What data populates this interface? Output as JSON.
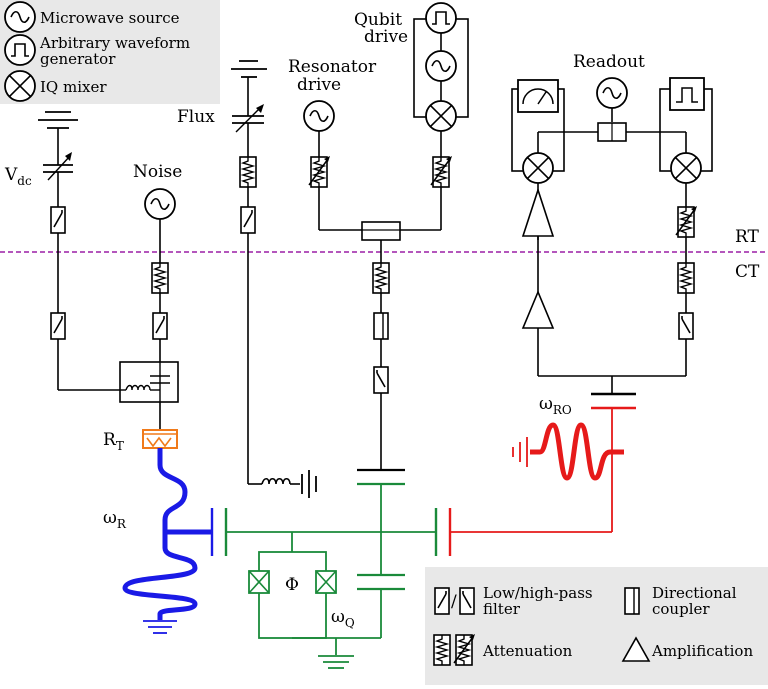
{
  "legend_top": {
    "microwave_source": "Microwave source",
    "awg_line1": "Arbitrary waveform",
    "awg_line2": "generator",
    "iq_mixer": "IQ mixer"
  },
  "legend_bottom": {
    "filter_line1": "Low/high-pass",
    "filter_line2": "filter",
    "coupler_line1": "Directional",
    "coupler_line2": "coupler",
    "attenuation": "Attenuation",
    "amplification": "Amplification"
  },
  "labels": {
    "vdc": "V",
    "vdc_sub": "dc",
    "noise": "Noise",
    "flux": "Flux",
    "resonator_drive_1": "Resonator",
    "resonator_drive_2": "drive",
    "qubit_drive_1": "Qubit",
    "qubit_drive_2": "drive",
    "readout": "Readout",
    "rt": "RT",
    "ct": "CT",
    "r_t": "R",
    "r_t_sub": "T",
    "omega_r": "ω",
    "omega_r_sub": "R",
    "omega_ro": "ω",
    "omega_ro_sub": "RO",
    "omega_q": "ω",
    "omega_q_sub": "Q",
    "phi": "Φ"
  },
  "colors": {
    "wire": "#000000",
    "boundary": "#9b1fa6",
    "qubit": "#1a8a3a",
    "resonator": "#1a1ae6",
    "readout_resonator": "#e61a1a",
    "thermal_resistor": "#f07a1a",
    "legend_bg": "#e8e8e8"
  }
}
